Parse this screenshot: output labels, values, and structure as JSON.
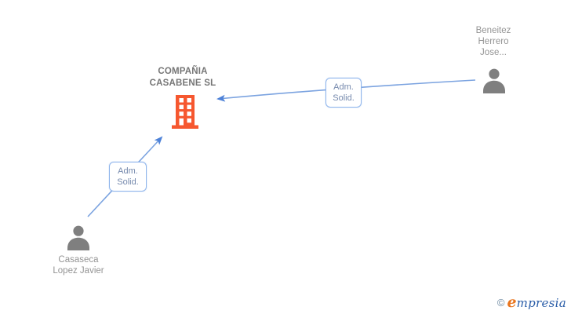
{
  "diagram": {
    "company": {
      "name_lines": [
        "COMPAÑIA",
        "CASABENE SL"
      ],
      "icon": "building-icon",
      "color": "#F6572F"
    },
    "persons": [
      {
        "id": "beneitez",
        "name_lines": [
          "Beneitez",
          "Herrero",
          "Jose..."
        ],
        "icon": "person-icon",
        "color": "#7F7F7F"
      },
      {
        "id": "casaseca",
        "name_lines": [
          "Casaseca",
          "Lopez Javier"
        ],
        "icon": "person-icon",
        "color": "#7F7F7F"
      }
    ],
    "edges": [
      {
        "from": "casaseca",
        "to": "company",
        "label_lines": [
          "Adm.",
          "Solid."
        ]
      },
      {
        "from": "beneitez",
        "to": "company",
        "label_lines": [
          "Adm.",
          "Solid."
        ]
      }
    ],
    "colors": {
      "edge_line": "#7BA3E0",
      "edge_arrow": "#4E82D8",
      "edge_box_border": "#8FB5EC",
      "edge_box_text": "#7589AD",
      "company_text": "#757575",
      "person_text": "#949494"
    }
  },
  "footer": {
    "copyright_symbol": "©",
    "brand_first_letter": "e",
    "brand_rest": "mpresia"
  }
}
